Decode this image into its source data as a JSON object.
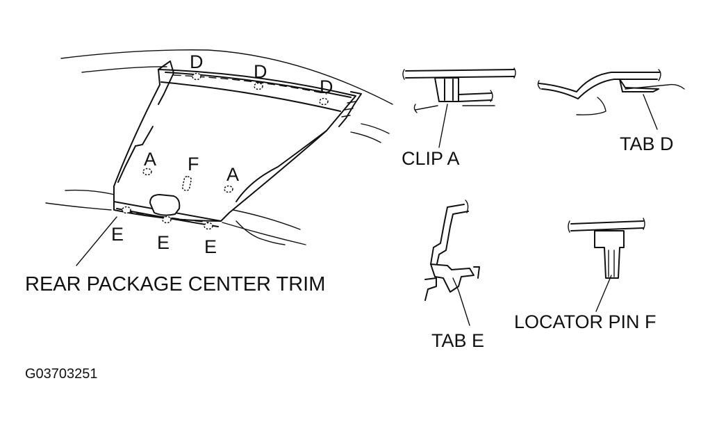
{
  "diagram": {
    "callouts": {
      "clip_a": "A",
      "locator_f": "F",
      "tab_d": "D",
      "tab_e": "E"
    },
    "labels": {
      "main_part": "REAR PACKAGE CENTER TRIM",
      "clip_a": "CLIP A",
      "tab_d": "TAB D",
      "tab_e": "TAB E",
      "locator_pin_f": "LOCATOR PIN F"
    },
    "figure_id": "G03703251"
  }
}
